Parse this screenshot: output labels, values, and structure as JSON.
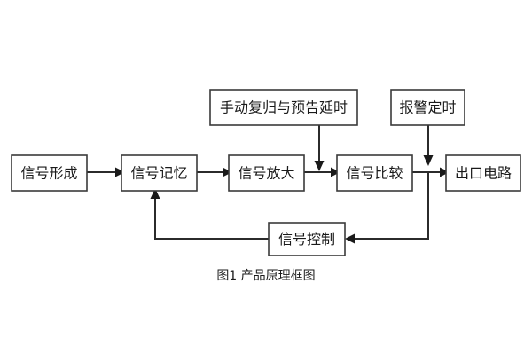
{
  "figure": {
    "caption": "图1 产品原理框图",
    "background_color": "#ffffff",
    "box_stroke_color": "#3a3a3a",
    "line_color": "#2b2b2b",
    "text_color": "#1a1a1a"
  },
  "nodes": {
    "signal_forming": "信号形成",
    "signal_memory": "信号记忆",
    "signal_amplify": "信号放大",
    "signal_compare": "信号比较",
    "output_circuit": "出口电路",
    "manual_reset_delay": "手动复归与预告延时",
    "alarm_timer": "报警定时",
    "signal_control": "信号控制"
  },
  "edges": [
    {
      "id": "forming-to-memory",
      "from": "信号形成",
      "to": "信号记忆",
      "kind": "arrow-right"
    },
    {
      "id": "memory-to-amplify",
      "from": "信号记忆",
      "to": "信号放大",
      "kind": "arrow-right"
    },
    {
      "id": "amplify-to-compare",
      "from": "信号放大",
      "to": "信号比较",
      "kind": "arrow-right"
    },
    {
      "id": "compare-to-output",
      "from": "信号比较",
      "to": "出口电路",
      "kind": "arrow-right"
    },
    {
      "id": "manualreset-to-compare",
      "from": "手动复归与预告延时",
      "to": "信号比较",
      "kind": "arrow-down"
    },
    {
      "id": "alarmtimer-to-output",
      "from": "报警定时",
      "to": "出口电路",
      "kind": "arrow-down"
    },
    {
      "id": "alarmtimer-to-control",
      "from": "报警定时",
      "to": "信号控制",
      "kind": "feedback-left"
    },
    {
      "id": "control-to-memory",
      "from": "信号控制",
      "to": "信号记忆",
      "kind": "feedback-up"
    }
  ]
}
